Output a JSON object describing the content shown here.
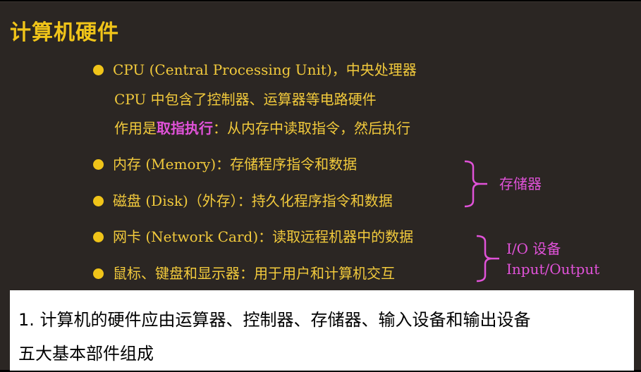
{
  "title": "计算机硬件",
  "cpu": {
    "line1": "CPU (Central Processing Unit)，中央处理器",
    "line2": "CPU 中包含了控制器、运算器等电路硬件",
    "line3_prefix": "作用是",
    "line3_highlight": "取指执行",
    "line3_suffix": "：从内存中读取指令，然后执行"
  },
  "memory": "内存 (Memory)：存储程序指令和数据",
  "disk": "磁盘 (Disk)（外存）：持久化程序指令和数据",
  "storage_label": "存储器",
  "nic": "网卡 (Network Card)：读取远程机器中的数据",
  "peripherals": "鼠标、键盘和显示器：用于用户和计算机交互",
  "io_label_1": "I/O 设备",
  "io_label_2": "Input/Output",
  "note": {
    "line1": "1. 计算机的硬件应由运算器、控制器、存储器、输入设备和输出设备",
    "line2": "五大基本部件组成"
  },
  "colors": {
    "background": "#2b2623",
    "text": "#f2ca3c",
    "highlight": "#e052d8",
    "note_background": "#ffffff"
  }
}
